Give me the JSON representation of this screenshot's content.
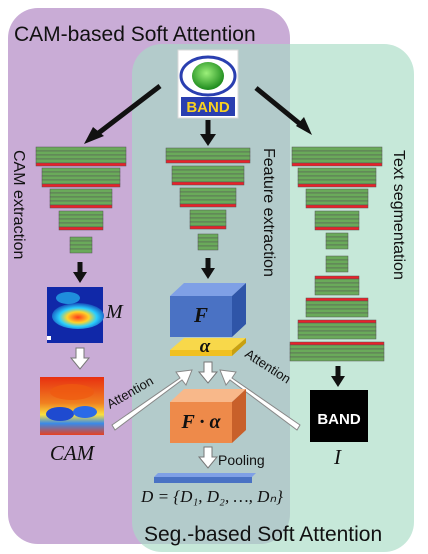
{
  "top_panel": {
    "title": "CAM-based Soft Attention"
  },
  "bottom_panel": {
    "title": "Seg.-based Soft Attention"
  },
  "logo": {
    "text": "BAND"
  },
  "branches": {
    "cam": {
      "label": "CAM extraction"
    },
    "feature": {
      "label": "Feature extraction"
    },
    "text": {
      "label": "Text segmentation"
    }
  },
  "symbols": {
    "m": "M",
    "f": "F",
    "alpha": "α",
    "f_alpha": "F · α",
    "cam": "CAM",
    "i": "I",
    "d_formula": "D = {D₁, D₂, …, Dₙ}"
  },
  "arrows": {
    "attention_left": "Attention",
    "attention_right": "Attention",
    "pooling": "Pooling"
  },
  "mask": {
    "text": "BAND"
  },
  "colors": {
    "purple_panel": "#c9acd6",
    "green_panel": "#a8dcc4",
    "layer_green": "#6aaa5a",
    "layer_red": "#e8222a",
    "cube_blue": "#4a72c4",
    "slab_yellow": "#f0c020",
    "cube_orange": "#ee8a4a"
  }
}
